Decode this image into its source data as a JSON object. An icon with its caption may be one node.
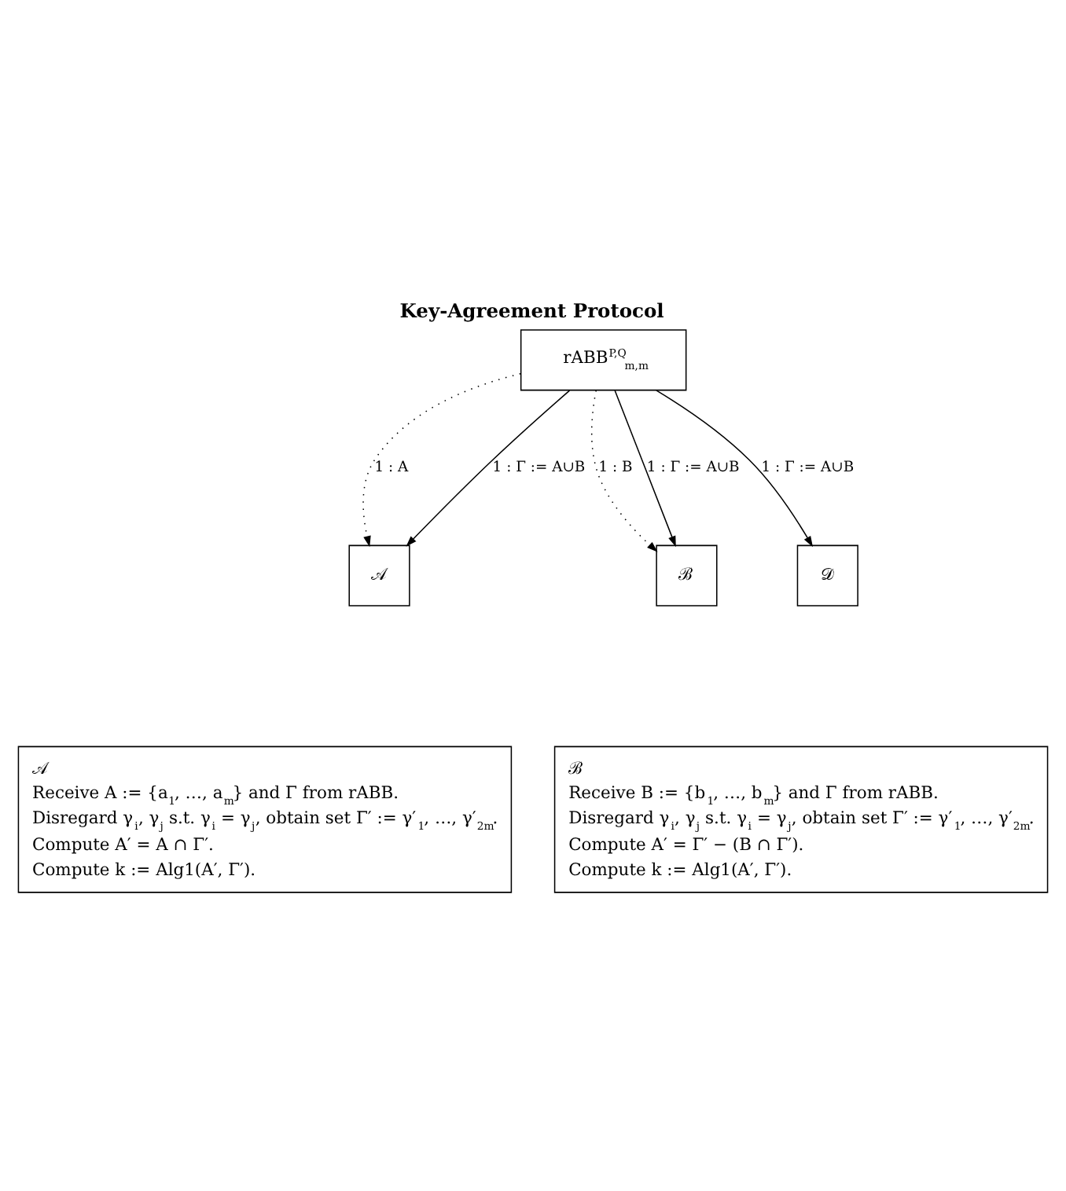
{
  "diagram": {
    "title": "Key-Agreement Protocol",
    "nodes": [
      {
        "text": [
          "rABB$^{P,Q}$$_{m,m}$"
        ]
      },
      {
        "text": [
          "𝒜"
        ]
      },
      {
        "text": [
          "ℬ"
        ]
      },
      {
        "text": [
          "𝒟"
        ]
      },
      {
        "text": [
          "𝒜",
          "Receive A := {a$_{1}$, …, a$_{m}$} and Γ from rABB.",
          "Disregard γ$_{i}$, γ$_{j}$ s.t. γ$_{i}$ = γ$_{j}$, obtain set Γ′ := γ′$_{1}$, …, γ′$_{2m′}$.",
          "Compute A′ = A ∩ Γ′.",
          "Compute k := Alg1(A′, Γ′)."
        ]
      },
      {
        "text": [
          "ℬ",
          "Receive B := {b$_{1}$, …, b$_{m}$} and Γ from rABB.",
          "Disregard γ$_{i}$, γ$_{j}$ s.t. γ$_{i}$ = γ$_{j}$, obtain set Γ′ := γ′$_{1}$, …, γ′$_{2m′}$.",
          "Compute A′ = Γ′ − (B ∩ Γ′).",
          "Compute k := Alg1(A′, Γ′)."
        ]
      }
    ],
    "edges": [
      {
        "from": 0,
        "to": 1,
        "arrow": "to",
        "label": "1 : A",
        "style": "dashed"
      },
      {
        "from": 0,
        "to": 1,
        "arrow": "to",
        "label": "1 : Γ := A∪B"
      },
      {
        "from": 0,
        "to": 2,
        "arrow": "to",
        "label": "1 : B",
        "style": "dashed"
      },
      {
        "from": 0,
        "to": 2,
        "arrow": "to",
        "label": "1 : Γ := A∪B"
      },
      {
        "from": 0,
        "to": 3,
        "arrow": "to",
        "label": "1 : Γ := A∪B"
      }
    ]
  }
}
